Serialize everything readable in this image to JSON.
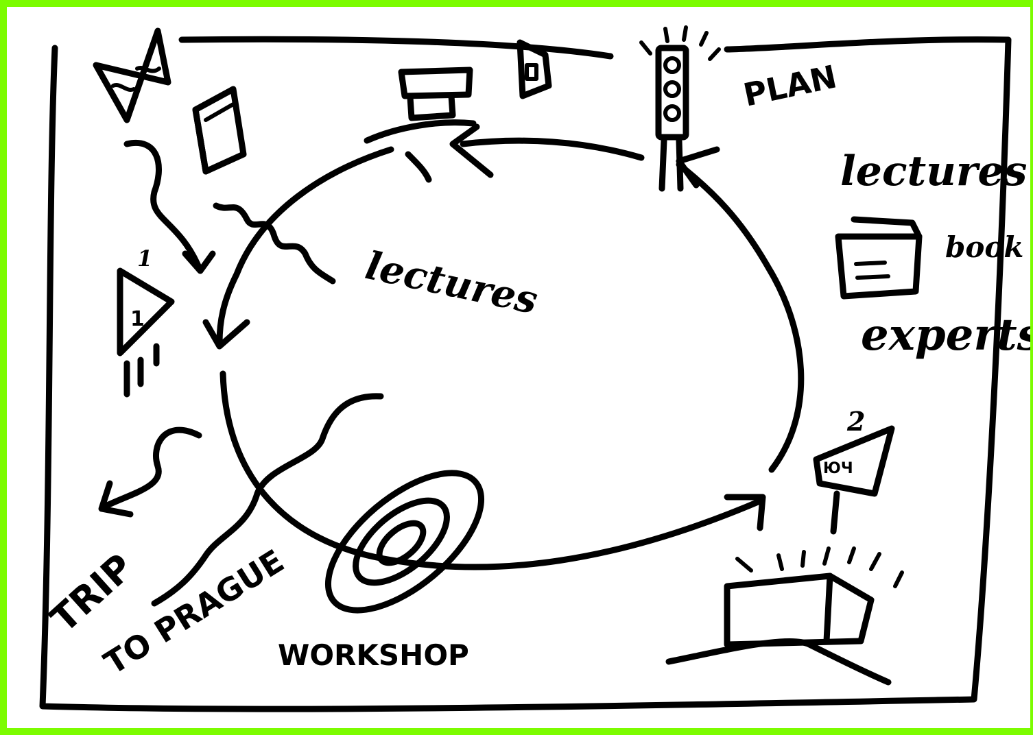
{
  "labels": {
    "plan": "PLAN",
    "lectures_right": "lectures",
    "lectures_inner": "lectures",
    "book": "book",
    "experts": "experts",
    "trip": "TRIP",
    "to_prague": "TO PRAGUE",
    "workshop": "WORKSHOP"
  },
  "markers": {
    "stage_1": "1",
    "stage_2": "2",
    "sign_1_digit": "1",
    "sign_2_text": "ЮЧ"
  },
  "colors": {
    "border": "#7CFC00",
    "ink": "#000000",
    "paper": "#ffffff"
  },
  "icons": [
    "traffic-light-icon",
    "desk-icon",
    "book-icon",
    "flag-icon",
    "sign-icon",
    "target-icon",
    "building-icon",
    "typewriter-icon"
  ]
}
